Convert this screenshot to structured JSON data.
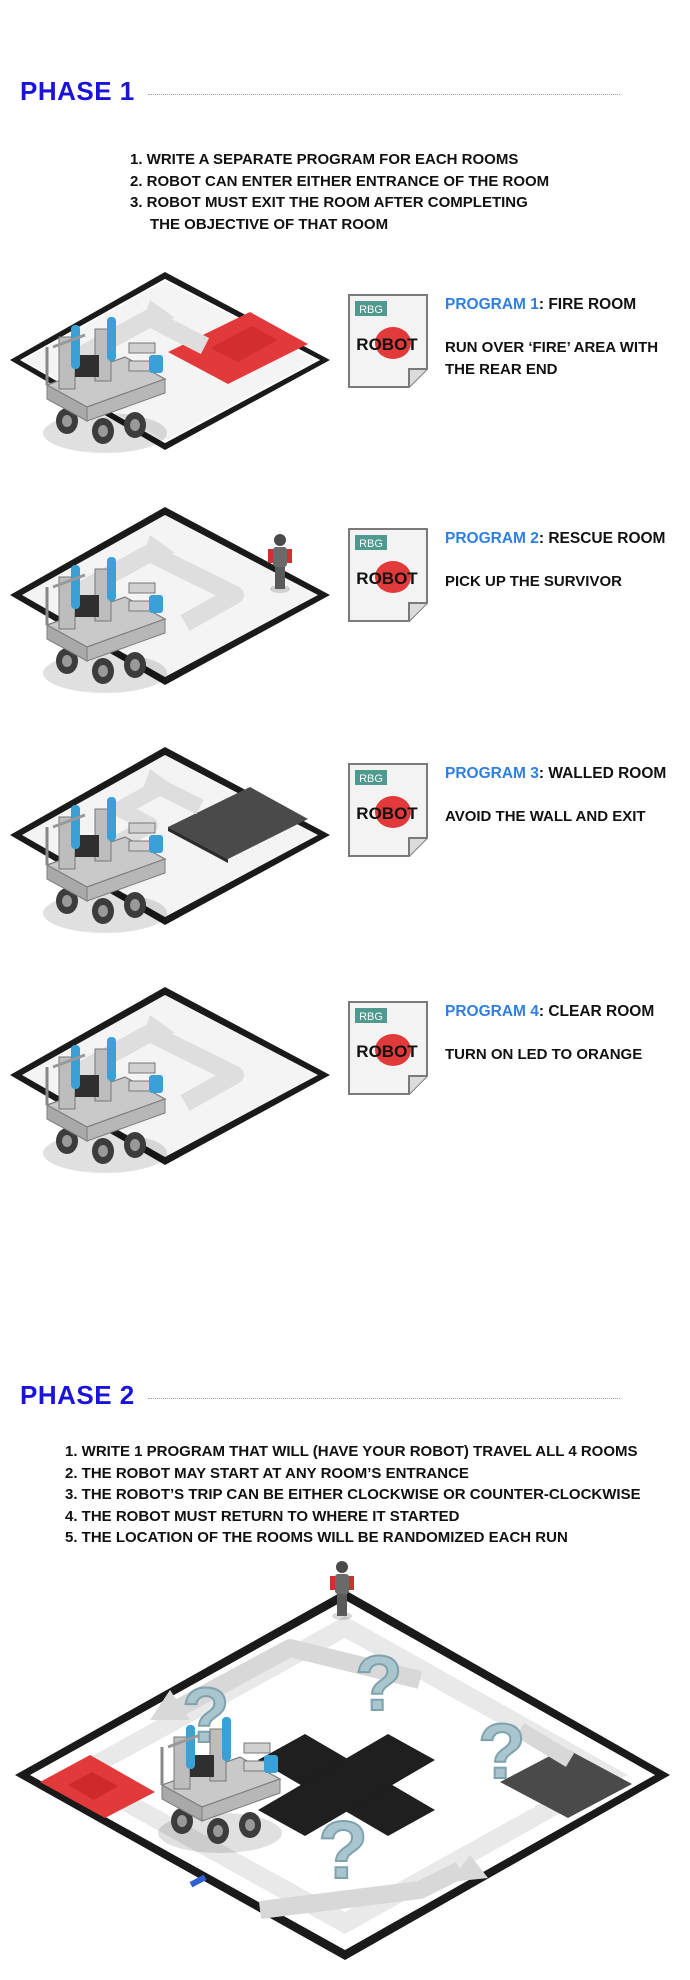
{
  "phase1": {
    "title": "PHASE 1",
    "rules": [
      "1. WRITE A SEPARATE PROGRAM FOR EACH ROOMS",
      "2. ROBOT CAN ENTER EITHER ENTRANCE OF THE ROOM",
      "3. ROBOT MUST EXIT THE ROOM AFTER COMPLETING",
      "THE OBJECTIVE OF THAT ROOM"
    ],
    "programs": [
      {
        "label": "PROGRAM 1",
        "room": ": FIRE ROOM",
        "desc": "RUN OVER ‘FIRE’ AREA WITH THE REAR END",
        "room_color": "#e23a3a"
      },
      {
        "label": "PROGRAM 2",
        "room": ": RESCUE ROOM",
        "desc": "PICK UP THE SURVIVOR",
        "room_color": ""
      },
      {
        "label": "PROGRAM 3",
        "room": ": WALLED ROOM",
        "desc": "AVOID THE WALL AND EXIT",
        "room_color": "#4a4a4a"
      },
      {
        "label": "PROGRAM 4",
        "room": ": CLEAR ROOM",
        "desc": "TURN ON LED TO ORANGE",
        "room_color": ""
      }
    ],
    "icon_tag": "RBG",
    "icon_logo": "ROBOT"
  },
  "phase2": {
    "title": "PHASE 2",
    "rules": [
      "1. WRITE 1 PROGRAM THAT WILL (HAVE YOUR ROBOT) TRAVEL ALL 4 ROOMS",
      "2. THE ROBOT MAY START AT ANY ROOM’S ENTRANCE",
      "3. THE ROBOT’S TRIP CAN BE EITHER CLOCKWISE OR COUNTER-CLOCKWISE",
      "4. THE ROBOT MUST RETURN TO WHERE IT STARTED",
      "5. THE LOCATION OF THE ROOMS WILL BE RANDOMIZED EACH RUN"
    ]
  },
  "colors": {
    "phase_title": "#1b14d8",
    "program_label": "#2f7fe0",
    "fire": "#e23a3a",
    "wall": "#4a4a4a",
    "question": "#a9c6cf"
  }
}
